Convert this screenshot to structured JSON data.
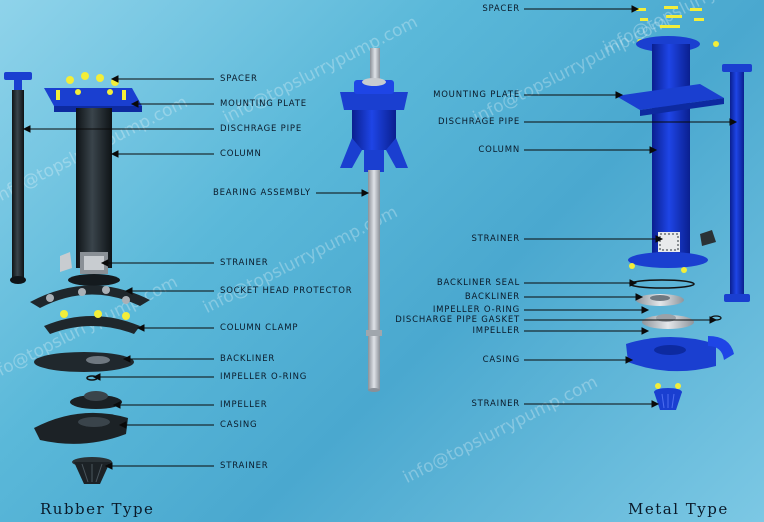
{
  "watermark": "info@topslurrypump.com",
  "titles": {
    "left": "Rubber Type",
    "right": "Metal Type"
  },
  "left_labels": [
    "SPACER",
    "MOUNTING PLATE",
    "DISCHRAGE PIPE",
    "COLUMN",
    "STRAINER",
    "SOCKET HEAD PROTECTOR",
    "COLUMN CLAMP",
    "BACKLINER",
    "IMPELLER O-RING",
    "IMPELLER",
    "CASING",
    "STRAINER"
  ],
  "center_labels": [
    "BEARING ASSEMBLY"
  ],
  "right_labels": [
    "SPACER",
    "MOUNTING PLATE",
    "DISCHRAGE PIPE",
    "COLUMN",
    "STRAINER",
    "BACKLINER SEAL",
    "BACKLINER",
    "IMPELLER O-RING",
    "DISCHARGE PIPE GASKET",
    "IMPELLER",
    "CASING",
    "STRAINER"
  ],
  "colors": {
    "rubber": "#1c2226",
    "metal_blue": "#0d2fc2",
    "bolt_yellow": "#f3ee39",
    "shaft": "#b6bcc4",
    "background": "#5ab8d9"
  }
}
